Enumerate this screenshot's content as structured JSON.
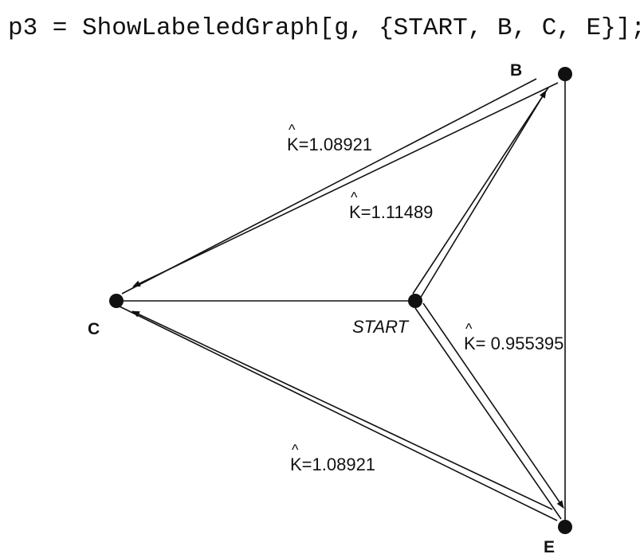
{
  "code": {
    "input_line": "p3 = ShowLabeledGraph[g, {START, B, C, E}];"
  },
  "graph": {
    "nodes": {
      "start": "START",
      "b": "B",
      "c": "C",
      "e": "E"
    },
    "edges": [
      {
        "from": "B",
        "to": "C",
        "label": "K=1.08921"
      },
      {
        "from": "START",
        "to": "B",
        "label": "K=1.11489"
      },
      {
        "from": "START",
        "to": "E",
        "label": "K= 0.955395"
      },
      {
        "from": "E",
        "to": "C",
        "label": "K=1.08921"
      }
    ]
  }
}
